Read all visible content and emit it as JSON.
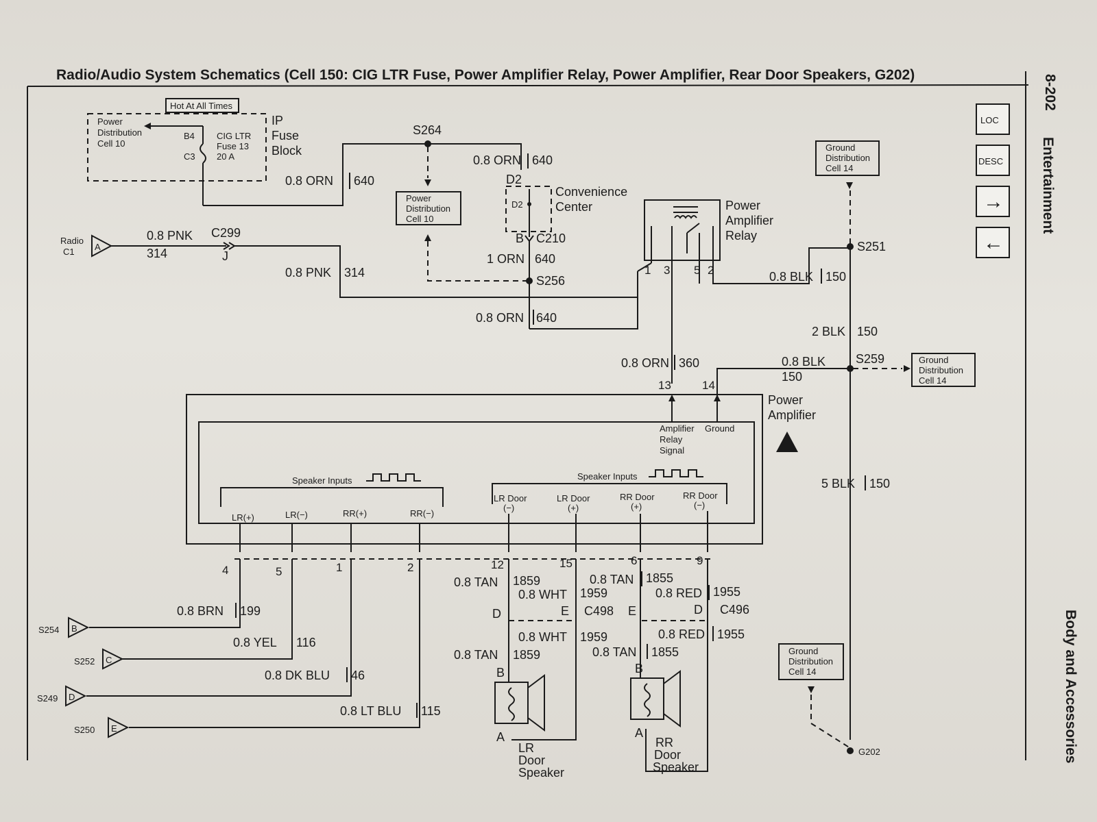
{
  "header": {
    "title": "Radio/Audio System Schematics (Cell 150: CIG LTR Fuse, Power Amplifier Relay, Power Amplifier, Rear Door Speakers, G202)",
    "page_number": "8-202",
    "section": "Entertainment",
    "book_section": "Body and Accessories"
  },
  "fuse_block": {
    "hot_label": "Hot At All Times",
    "pd_line1": "Power",
    "pd_line2": "Distribution",
    "pd_line3": "Cell 10",
    "pin_b4": "B4",
    "pin_c3": "C3",
    "fuse_line1": "CIG LTR",
    "fuse_line2": "Fuse 13",
    "fuse_line3": "20 A",
    "block_line1": "IP",
    "block_line2": "Fuse",
    "block_line3": "Block"
  },
  "splices": {
    "s264": "S264",
    "s256": "S256",
    "s251": "S251",
    "s259": "S259",
    "s254": "S254",
    "s252": "S252",
    "s249": "S249",
    "s250": "S250"
  },
  "wires": {
    "orn_640_size": "0.8 ORN",
    "orn_640_circ": "640",
    "orn_640b_size": "0.8 ORN",
    "orn_640b_circ": "640",
    "orn_1_size": "1 ORN",
    "orn_1_circ": "640",
    "orn_640c_size": "0.8 ORN",
    "orn_640c_circ": "640",
    "pnk_314a_size": "0.8 PNK",
    "pnk_314a_circ": "314",
    "pnk_314b_size": "0.8 PNK",
    "pnk_314b_circ": "314",
    "orn_360_size": "0.8 ORN",
    "orn_360_circ": "360",
    "blk_150a_size": "0.8 BLK",
    "blk_150a_circ": "150",
    "blk_150b_size": "2 BLK",
    "blk_150b_circ": "150",
    "blk_150c_size": "0.8 BLK",
    "blk_150c_circ": "150",
    "blk_150d_size": "5 BLK",
    "blk_150d_circ": "150",
    "brn_199_size": "0.8 BRN",
    "brn_199_circ": "199",
    "yel_116_size": "0.8 YEL",
    "yel_116_circ": "116",
    "dkblu_46_size": "0.8 DK BLU",
    "dkblu_46_circ": "46",
    "ltblu_115_size": "0.8 LT BLU",
    "ltblu_115_circ": "115",
    "tan_1859a_size": "0.8 TAN",
    "tan_1859a_circ": "1859",
    "wht_1959a_size": "0.8 WHT",
    "wht_1959a_circ": "1959",
    "tan_1855a_size": "0.8 TAN",
    "tan_1855a_circ": "1855",
    "red_1955a_size": "0.8 RED",
    "red_1955a_circ": "1955",
    "wht_1959b_size": "0.8 WHT",
    "wht_1959b_circ": "1959",
    "tan_1859b_size": "0.8 TAN",
    "tan_1859b_circ": "1859",
    "red_1955b_size": "0.8 RED",
    "red_1955b_circ": "1955",
    "tan_1855b_size": "0.8 TAN",
    "tan_1855b_circ": "1855"
  },
  "boxes": {
    "pd10_line1": "Power",
    "pd10_line2": "Distribution",
    "pd10_line3": "Cell 10",
    "gd14a_line1": "Ground",
    "gd14a_line2": "Distribution",
    "gd14a_line3": "Cell 14",
    "gd14b_line1": "Ground",
    "gd14b_line2": "Distribution",
    "gd14b_line3": "Cell 14",
    "gd14c_line1": "Ground",
    "gd14c_line2": "Distribution",
    "gd14c_line3": "Cell 14"
  },
  "connectors": {
    "d2_top": "D2",
    "d2_inner": "D2",
    "c210_pin": "B",
    "c210": "C210",
    "cc_line1": "Convenience",
    "cc_line2": "Center",
    "c299": "C299",
    "c299_pin": "J",
    "radio_line1": "Radio",
    "radio_line2": "C1",
    "radio_pin": "A",
    "pin_b": "B",
    "pin_c": "C",
    "pin_d": "D",
    "pin_e": "E",
    "c498": "C498",
    "c498_d": "D",
    "c498_e": "E",
    "c496": "C496",
    "c496_e": "E",
    "c496_d": "D",
    "g202": "G202"
  },
  "relay": {
    "line1": "Power",
    "line2": "Amplifier",
    "line3": "Relay",
    "pin1": "1",
    "pin3": "3",
    "pin5": "5",
    "pin2": "2"
  },
  "amplifier": {
    "line1": "Power",
    "line2": "Amplifier",
    "pin13": "13",
    "pin14": "14",
    "sig_line1": "Amplifier",
    "sig_line2": "Relay",
    "sig_line3": "Signal",
    "ground": "Ground",
    "inputs_left": "Speaker Inputs",
    "inputs_right": "Speaker Inputs",
    "lr_pos": "LR(+)",
    "lr_neg": "LR(−)",
    "rr_pos": "RR(+)",
    "rr_neg": "RR(−)",
    "lrdoor_neg_1": "LR Door",
    "lrdoor_neg_2": "(−)",
    "lrdoor_pos_1": "LR Door",
    "lrdoor_pos_2": "(+)",
    "rrdoor_pos_1": "RR Door",
    "rrdoor_pos_2": "(+)",
    "rrdoor_neg_1": "RR Door",
    "rrdoor_neg_2": "(−)",
    "pin4": "4",
    "pin5": "5",
    "pin1": "1",
    "pin2": "2",
    "pin12": "12",
    "pin15": "15",
    "pin6": "6",
    "pin9": "9"
  },
  "speakers": {
    "lr_line1": "LR",
    "lr_line2": "Door",
    "lr_line3": "Speaker",
    "lr_pin_b": "B",
    "lr_pin_a": "A",
    "rr_line1": "RR",
    "rr_line2": "Door",
    "rr_line3": "Speaker",
    "rr_pin_b": "B",
    "rr_pin_a": "A"
  },
  "nav": {
    "loc": "LOC",
    "desc": "DESC",
    "next": "→",
    "prev": "←"
  }
}
